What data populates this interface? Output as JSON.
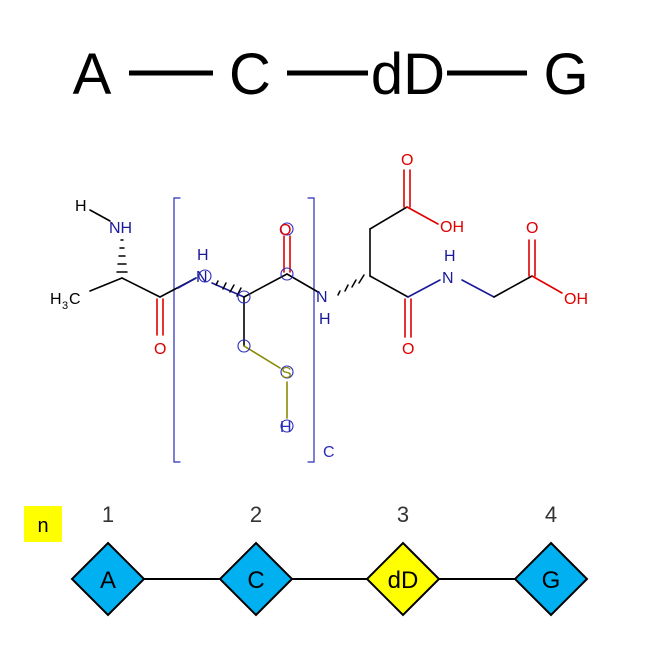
{
  "sequence": {
    "residues": [
      "A",
      "C",
      "dD",
      "G"
    ]
  },
  "structure": {
    "atoms": {
      "n_terminal_h": "H",
      "n_terminal_nh": "NH",
      "methyl": "H",
      "methyl_subscript": "3",
      "methyl_c": "C",
      "ala_carbonyl_o": "O",
      "cys_n_h": "H",
      "cys_n": "N",
      "cys_ca": "C",
      "cys_carbonyl_o": "O",
      "cys_carbonyl_c": "C",
      "cys_cb": "C",
      "cys_s": "S",
      "cys_sh_h": "H",
      "asp_n": "N",
      "asp_n_h": "H",
      "asp_side_o": "O",
      "asp_side_oh": "OH",
      "asp_carbonyl_o": "O",
      "gly_n_h": "H",
      "gly_n": "N",
      "gly_o": "O",
      "gly_oh": "OH"
    },
    "bracket_label": "C",
    "colors": {
      "bond": "#000000",
      "nitrogen": "#1a1a99",
      "oxygen": "#e00000",
      "sulfur": "#8a8a00",
      "bracket": "#2b2bbf"
    }
  },
  "monomer_graph": {
    "badge": "n",
    "badge_color": "#ffff00",
    "nodes": [
      {
        "index": "1",
        "label": "A",
        "color": "#00b0f0"
      },
      {
        "index": "2",
        "label": "C",
        "color": "#00b0f0"
      },
      {
        "index": "3",
        "label": "dD",
        "color": "#ffff00"
      },
      {
        "index": "4",
        "label": "G",
        "color": "#00b0f0"
      }
    ]
  }
}
